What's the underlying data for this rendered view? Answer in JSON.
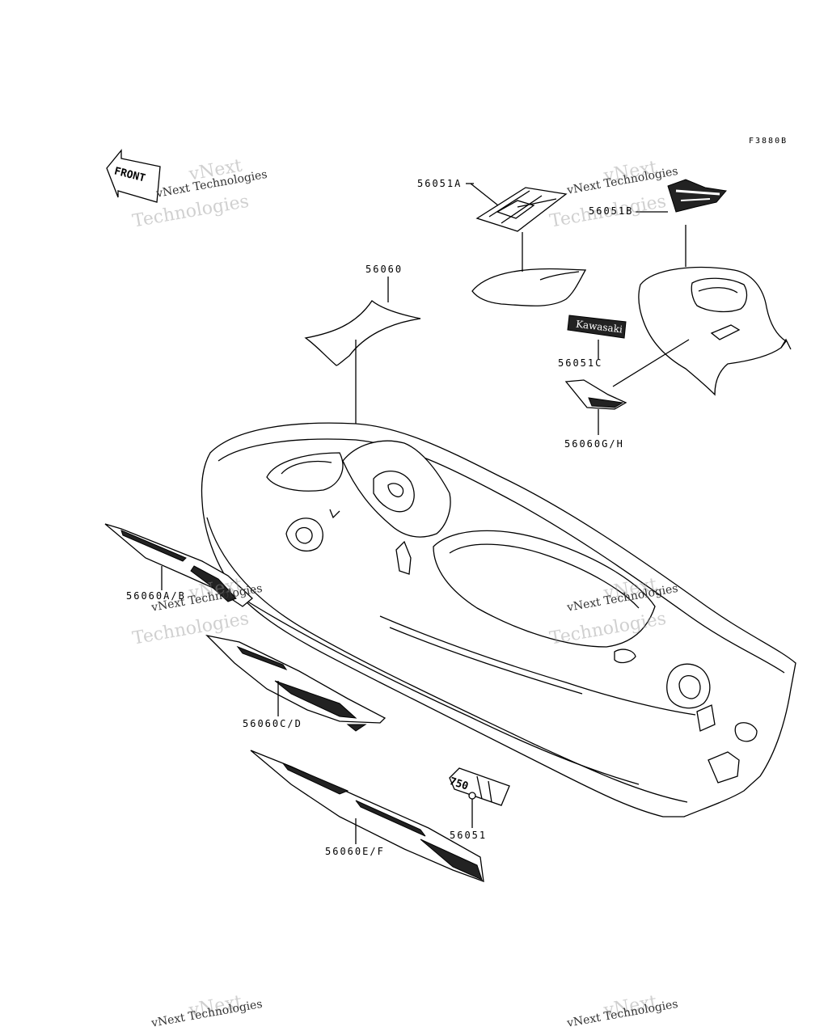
{
  "figure_code": "F3880B",
  "front_label": "FRONT",
  "watermark": {
    "line1": "vNext",
    "line2": "vNext Technologies",
    "line3": "Technologies"
  },
  "sticker_text": {
    "kawasaki": "Kawasaki",
    "badge": "750"
  },
  "callouts": [
    {
      "id": "56060",
      "label": "56060"
    },
    {
      "id": "56051A",
      "label": "56051A"
    },
    {
      "id": "56051B",
      "label": "56051B"
    },
    {
      "id": "56051C",
      "label": "56051C"
    },
    {
      "id": "56060GH",
      "label": "56060G/H"
    },
    {
      "id": "56060AB",
      "label": "56060A/B"
    },
    {
      "id": "56060CD",
      "label": "56060C/D"
    },
    {
      "id": "56060EF",
      "label": "56060E/F"
    },
    {
      "id": "56051",
      "label": "56051"
    }
  ]
}
